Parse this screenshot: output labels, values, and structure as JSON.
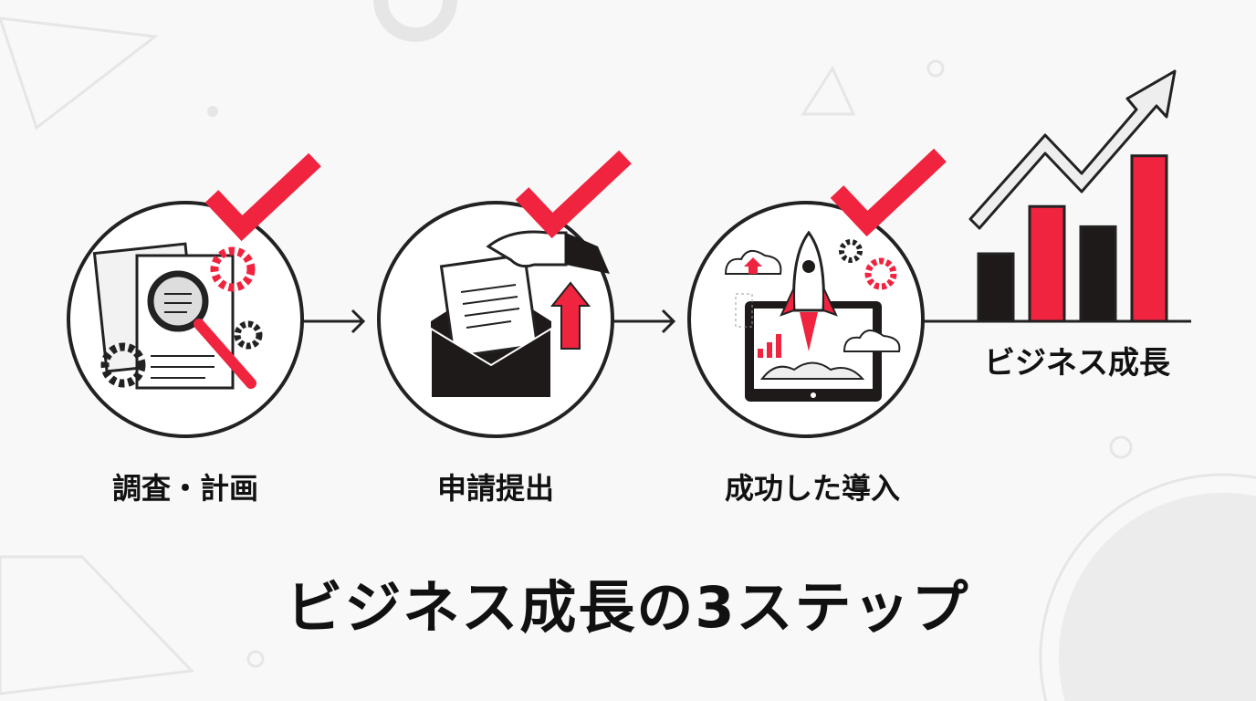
{
  "steps": [
    {
      "label": "調査・計画",
      "icon": "research-planning-icon"
    },
    {
      "label": "申請提出",
      "icon": "application-submission-icon"
    },
    {
      "label": "成功した導入",
      "icon": "rocket-launch-icon"
    }
  ],
  "growth": {
    "label": "ビジネス成長",
    "bar_values": [
      2,
      3.4,
      2.8,
      4.9
    ]
  },
  "title": "ビジネス成長の3ステップ",
  "colors": {
    "accent": "#f0243f",
    "dark": "#1e1a1a",
    "background": "#f8f8f8"
  }
}
